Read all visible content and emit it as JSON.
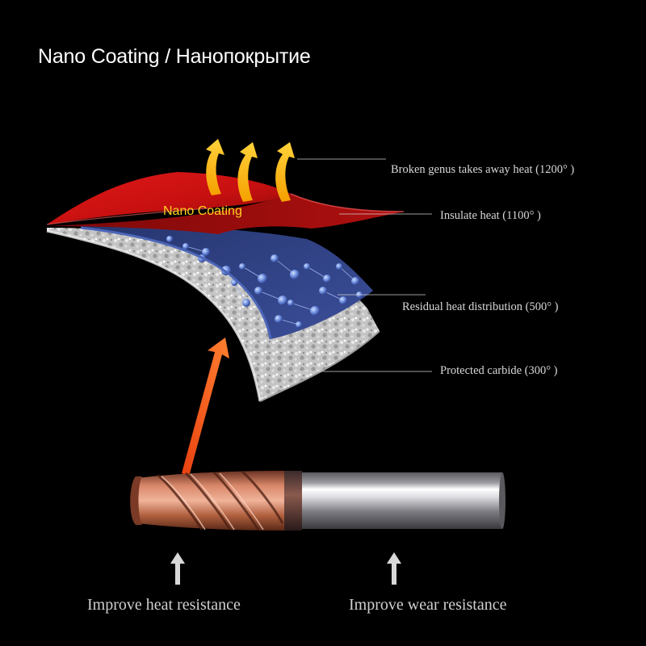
{
  "title": "Nano Coating / Нанопокрытие",
  "layer_label": "Nano Coating",
  "callouts": [
    "Broken genus takes away heat (1200° )",
    "Insulate heat (1100° )",
    "Residual heat distribution (500° )",
    "Protected carbide (300° )"
  ],
  "bottom_labels": [
    "Improve heat resistance",
    "Improve wear resistance"
  ],
  "icons": {
    "heat": "heat-arrow-icon",
    "pointer": "pointer-arrow-icon",
    "up": "up-arrow-icon"
  },
  "colors": {
    "background": "#000000",
    "coating_red": "#d41414",
    "heat_orange": "#f7a400",
    "pointer_orange": "#f05a14",
    "carbide_blue": "#2c3e86",
    "coating_copper": "#c0704e"
  }
}
